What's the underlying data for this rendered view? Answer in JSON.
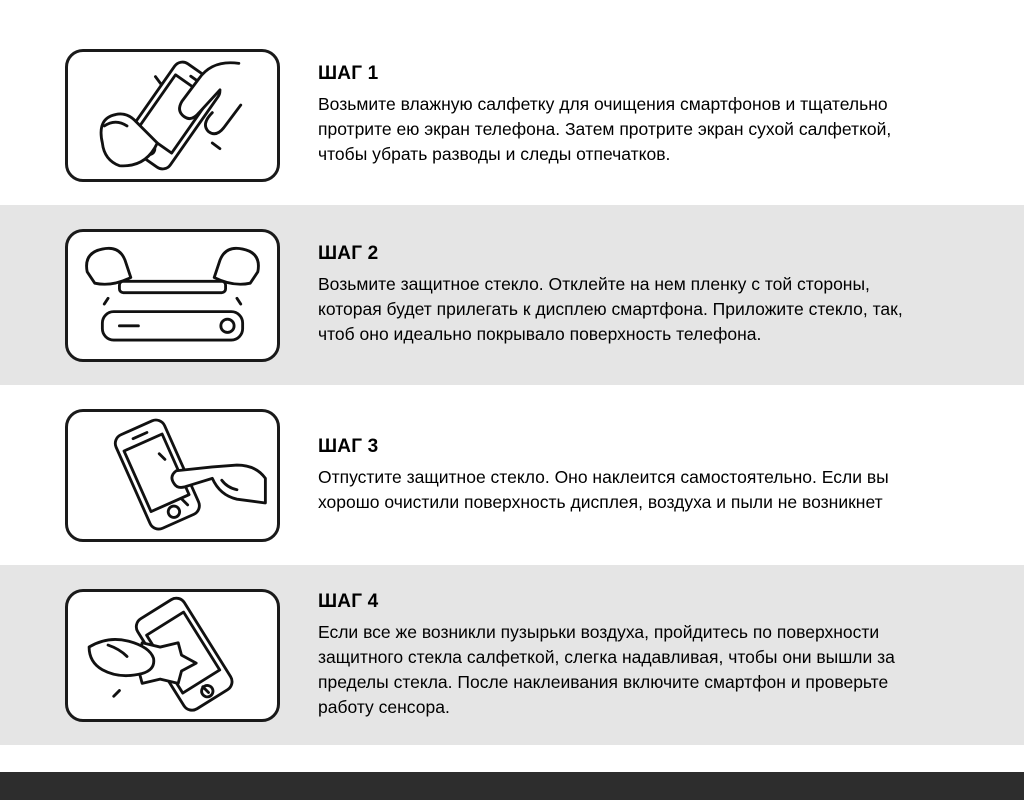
{
  "steps": [
    {
      "title": "ШАГ 1",
      "text": "Возьмите влажную салфетку для очищения смартфонов и тщательно протрите ею экран телефона. Затем протрите экран сухой салфеткой, чтобы убрать разводы и следы отпечатков.",
      "icon": "hand-wiping-phone-screen"
    },
    {
      "title": "ШАГ 2",
      "text": "Возьмите защитное стекло. Отклейте на нем пленку с той стороны, которая будет прилегать к дисплею смартфона. Приложите стекло, так, чтоб оно идеально покрывало поверхность телефона.",
      "icon": "placing-protective-glass-on-phone"
    },
    {
      "title": "ШАГ 3",
      "text": "Отпустите защитное стекло. Оно наклеится самостоятельно. Если вы хорошо очистили поверхность дисплея, воздуха и пыли не возникнет",
      "icon": "finger-pressing-glass-on-phone"
    },
    {
      "title": "ШАГ 4",
      "text": "Если все же возникли пузырьки воздуха, пройдитесь по поверхности защитного стекла салфеткой, слегка надавливая, чтобы они вышли за пределы стекла. После наклеивания включите смартфон и проверьте работу сенсора.",
      "icon": "smoothing-bubbles-with-cloth"
    }
  ],
  "colors": {
    "band": "#e5e5e5",
    "footer": "#2d2d2d",
    "line_art": "#111111",
    "text": "#000000"
  }
}
